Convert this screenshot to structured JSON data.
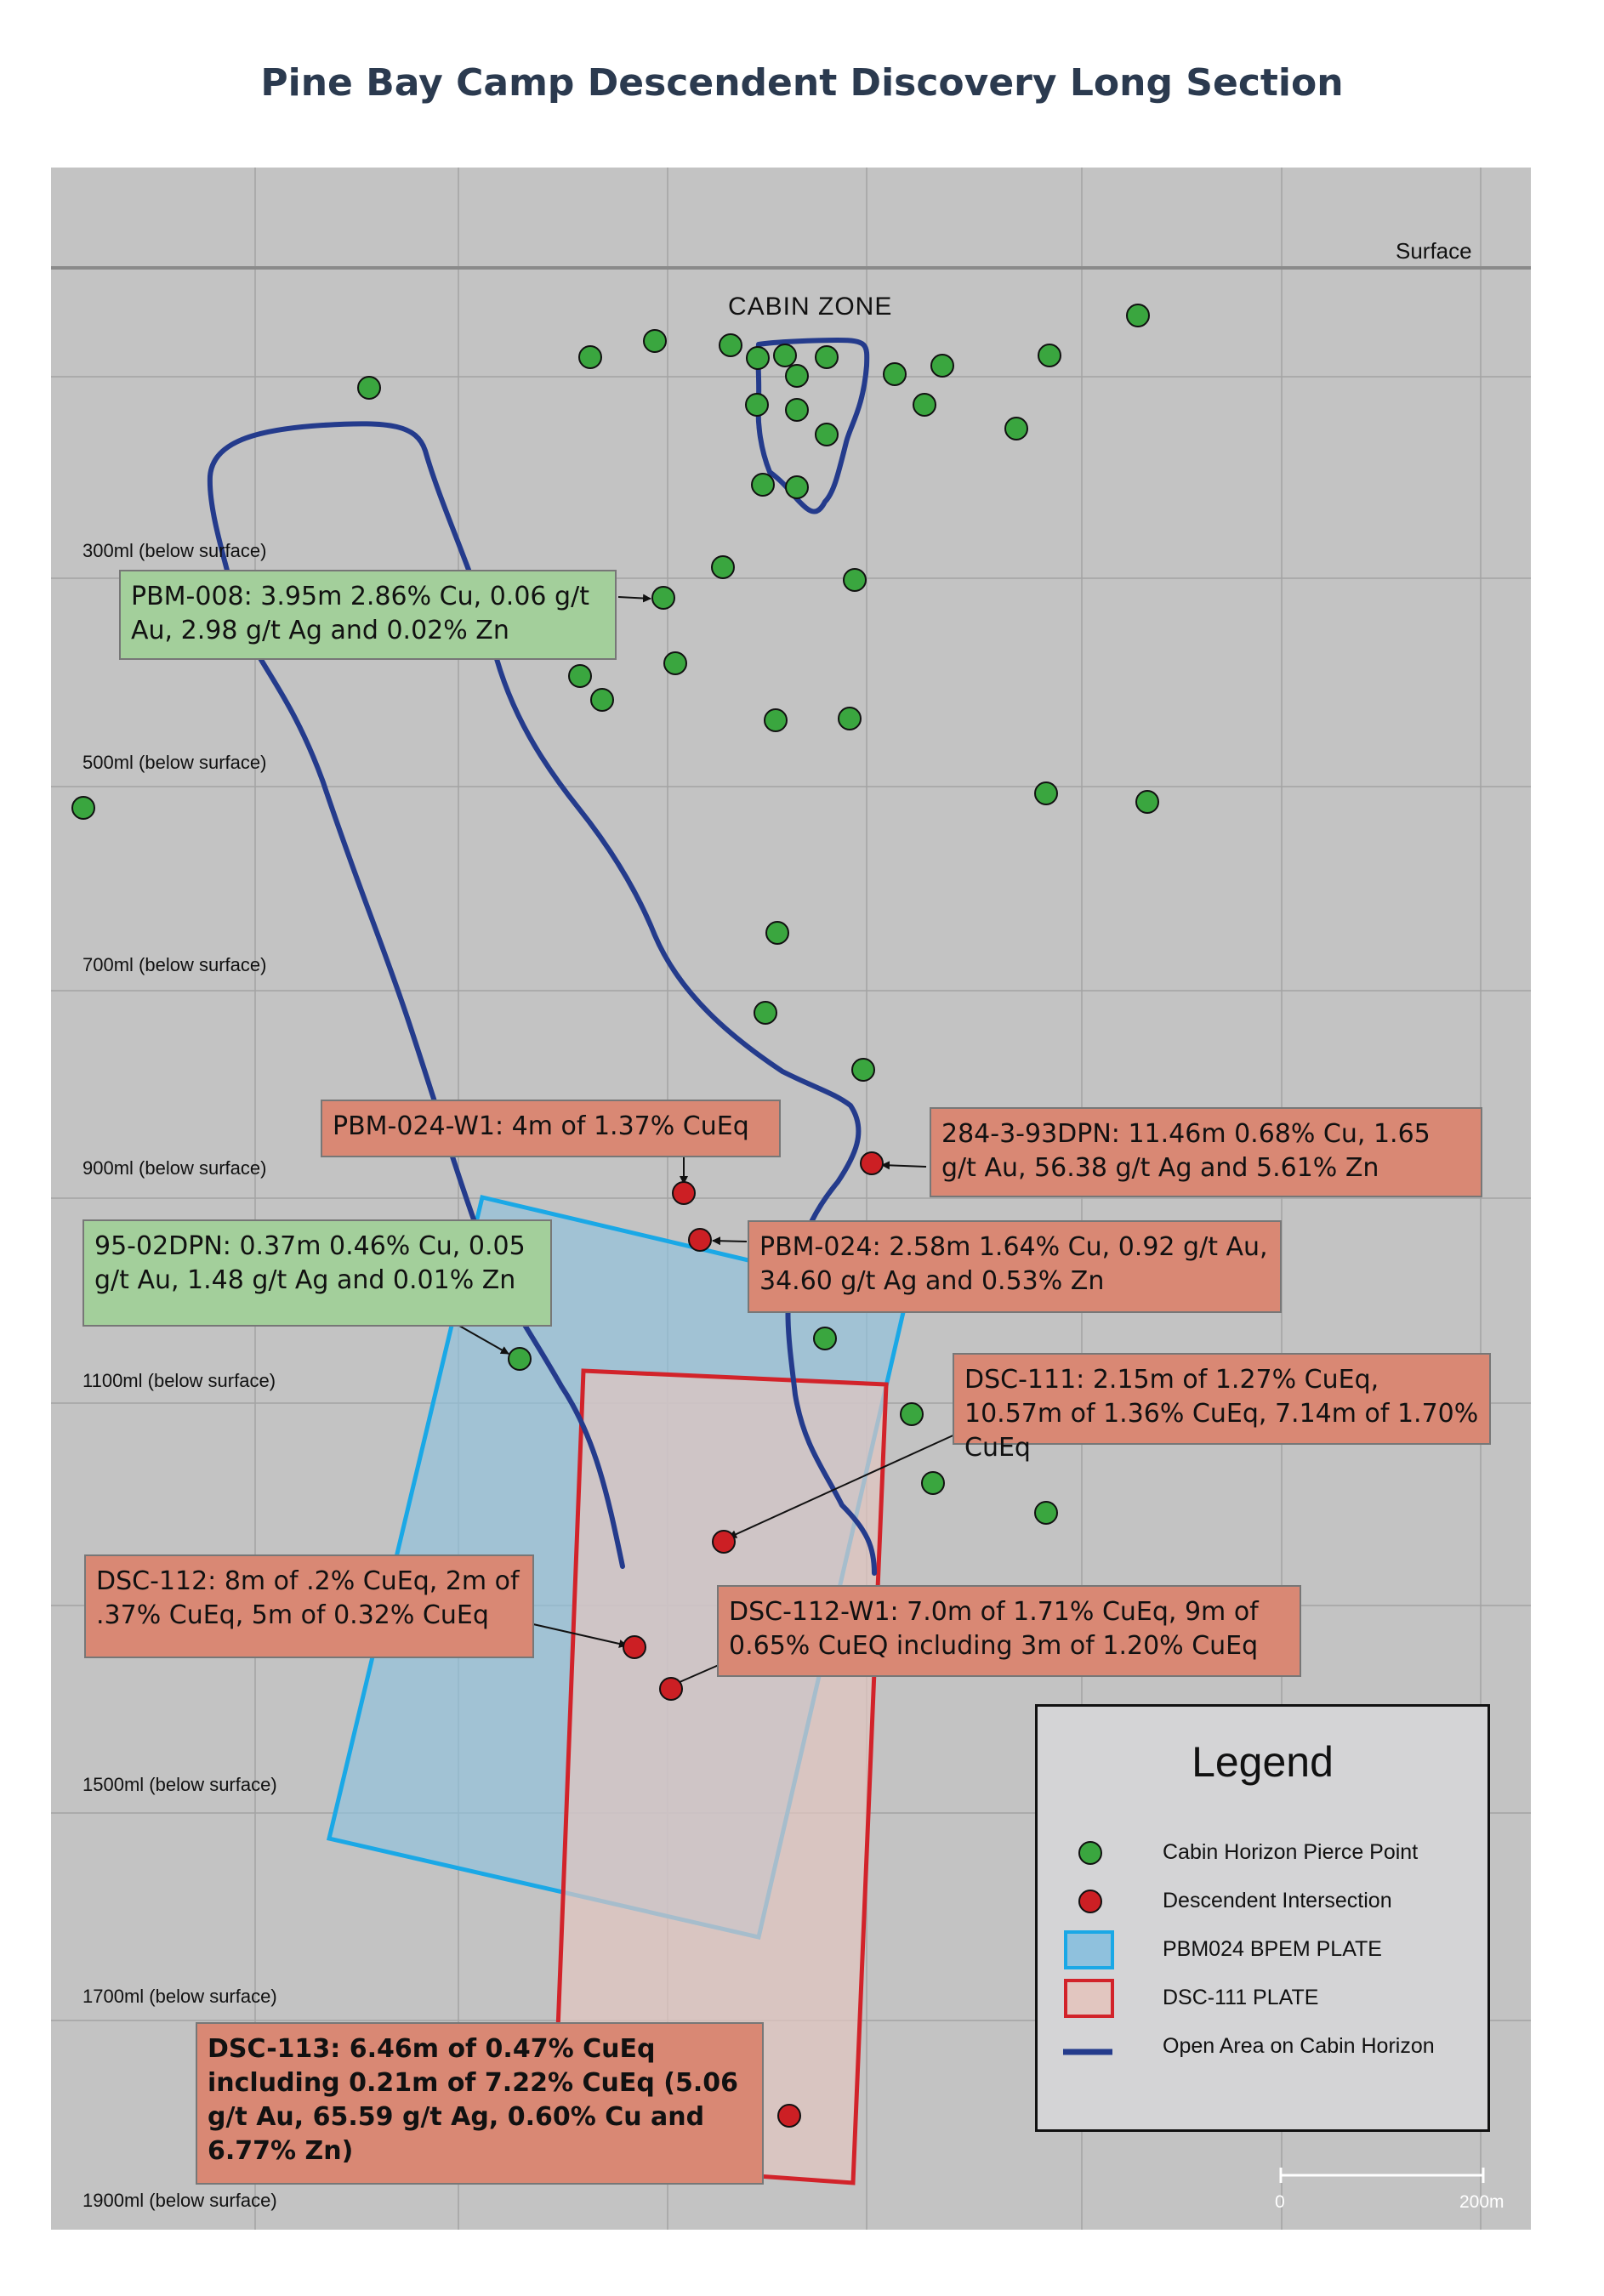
{
  "title": "Pine Bay Camp Descendent Discovery Long Section",
  "surface_label": "Surface",
  "zone_label": "CABIN ZONE",
  "depth_labels": [
    "300ml (below surface)",
    "500ml (below surface)",
    "700ml (below surface)",
    "900ml (below surface)",
    "1100ml (below surface)",
    "1500ml (below surface)",
    "1700ml (below surface)",
    "1900ml (below surface)"
  ],
  "callouts": {
    "pbm008": "PBM-008: 3.95m 2.86% Cu, 0.06 g/t Au, 2.98 g/t Ag and 0.02% Zn",
    "pbm024w1": "PBM-024-W1: 4m of 1.37% CuEq",
    "dpn284": "284-3-93DPN: 11.46m 0.68% Cu, 1.65 g/t Au, 56.38 g/t Ag and 5.61% Zn",
    "dpn9502": "95-02DPN: 0.37m 0.46% Cu, 0.05 g/t Au, 1.48 g/t Ag and 0.01% Zn",
    "pbm024": "PBM-024: 2.58m 1.64% Cu, 0.92 g/t Au, 34.60 g/t Ag and 0.53% Zn",
    "dsc111": "DSC-111: 2.15m of 1.27% CuEq, 10.57m of 1.36% CuEq, 7.14m of 1.70% CuEq",
    "dsc112": "DSC-112: 8m of .2% CuEq, 2m of .37% CuEq, 5m of 0.32% CuEq",
    "dsc112w1": "DSC-112-W1: 7.0m of 1.71% CuEq, 9m of 0.65% CuEQ including 3m of 1.20% CuEq",
    "dsc113": "DSC-113: 6.46m of 0.47% CuEq including 0.21m of 7.22% CuEq (5.06 g/t Au, 65.59 g/t Ag, 0.60% Cu and 6.77% Zn)"
  },
  "legend": {
    "title": "Legend",
    "items": [
      "Cabin Horizon Pierce Point",
      "Descendent Intersection",
      "PBM024 BPEM PLATE",
      "DSC-111 PLATE",
      "Open Area on Cabin Horizon"
    ]
  },
  "scale": {
    "min_label": "0",
    "max_label": "200m"
  },
  "colors": {
    "pierce_point": "#3aa63f",
    "intersection": "#cc1f24",
    "bpem_plate_fill": "#8fc1dd",
    "bpem_plate_stroke": "#1aa8e6",
    "dsc111_plate_fill": "#e2c6c0",
    "dsc111_plate_stroke": "#d2232a",
    "open_area_line": "#243b8c",
    "callout_green": "#a3cf9b",
    "callout_red": "#d98874"
  }
}
